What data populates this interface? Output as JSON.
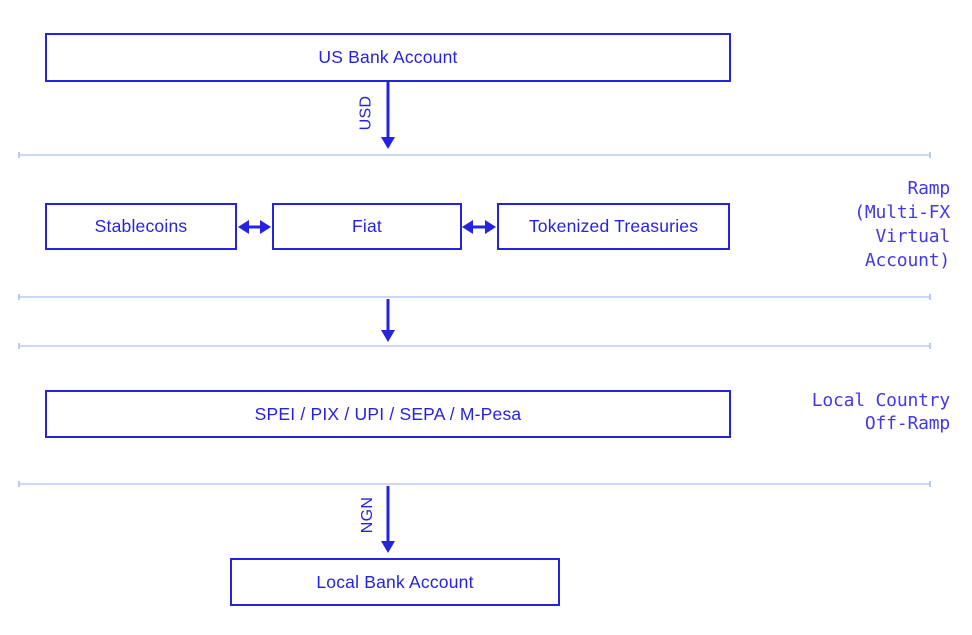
{
  "diagram": {
    "nodes": {
      "us_bank": "US Bank Account",
      "stablecoins": "Stablecoins",
      "fiat": "Fiat",
      "tokenized_treasuries": "Tokenized Treasuries",
      "local_rails": "SPEI / PIX / UPI / SEPA / M-Pesa",
      "local_bank": "Local Bank Account"
    },
    "currency_labels": {
      "usd": "USD",
      "ngn": "NGN"
    },
    "section_labels": {
      "ramp": "Ramp\n(Multi-FX\nVirtual\nAccount)",
      "local_off_ramp": "Local Country\nOff-Ramp"
    },
    "colors": {
      "primary_blue": "#2522e0",
      "section_label_blue": "#4338e8",
      "divider_blue": "#ccd6f7",
      "background": "#ffffff"
    }
  }
}
